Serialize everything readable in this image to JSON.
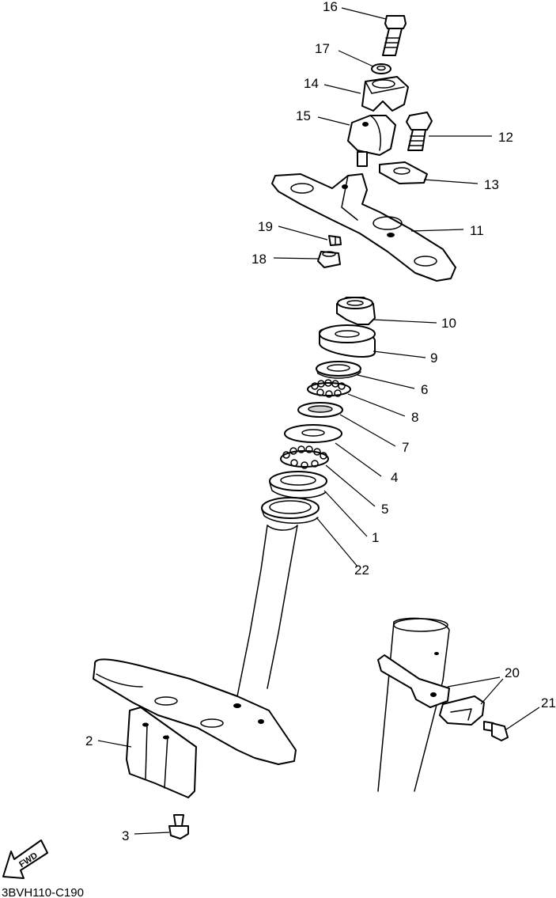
{
  "callouts": [
    {
      "id": "16",
      "text": "16"
    },
    {
      "id": "17",
      "text": "17"
    },
    {
      "id": "14",
      "text": "14"
    },
    {
      "id": "15",
      "text": "15"
    },
    {
      "id": "12",
      "text": "12"
    },
    {
      "id": "13",
      "text": "13"
    },
    {
      "id": "11",
      "text": "11"
    },
    {
      "id": "19",
      "text": "19"
    },
    {
      "id": "18",
      "text": "18"
    },
    {
      "id": "10",
      "text": "10"
    },
    {
      "id": "9",
      "text": "9"
    },
    {
      "id": "6",
      "text": "6"
    },
    {
      "id": "8",
      "text": "8"
    },
    {
      "id": "7",
      "text": "7"
    },
    {
      "id": "4",
      "text": "4"
    },
    {
      "id": "5",
      "text": "5"
    },
    {
      "id": "1",
      "text": "1"
    },
    {
      "id": "22",
      "text": "22"
    },
    {
      "id": "20",
      "text": "20"
    },
    {
      "id": "21",
      "text": "21"
    },
    {
      "id": "2",
      "text": "2"
    },
    {
      "id": "3",
      "text": "3"
    }
  ],
  "fwd_arrow": {
    "label": "FWD",
    "icon": "fwd-arrow-icon"
  },
  "reference_code": "3BVH110-C190",
  "colors": {
    "ink": "#000000",
    "paper": "#ffffff",
    "shade": "#cfcfcf"
  }
}
